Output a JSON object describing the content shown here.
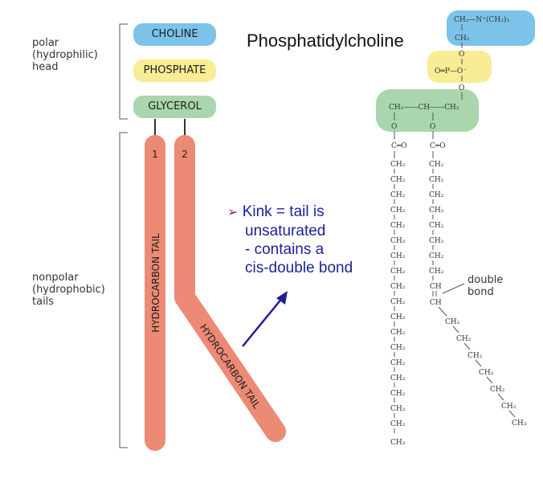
{
  "head_label": [
    "polar",
    "(hydrophilic)",
    "head"
  ],
  "tails_label": [
    "nonpolar",
    "(hydrophobic)",
    "tails"
  ],
  "head_groups": {
    "choline": "CHOLINE",
    "phosphate": "PHOSPHATE",
    "glycerol": "GLYCEROL"
  },
  "tails": {
    "tail1_number": "1",
    "tail2_number": "2",
    "tail1_label": "HYDROCARBON TAIL",
    "tail2_label": "HYDROCARBON TAIL"
  },
  "title": "Phosphatidylcholine",
  "note": {
    "bullet": "➢",
    "lines": [
      "Kink = tail is",
      "unsaturated",
      "- contains a",
      "cis-double bond"
    ]
  },
  "structure": {
    "choline_group": "CH₂—N⁺(CH₃)₃",
    "ch2": "CH₂",
    "ch3": "CH₃",
    "ch": "CH",
    "o": "O",
    "phosphate_line": "O═P—O⁻",
    "glycerol_line": "CH₂——CH——CH₂",
    "carbonyl": "C═O",
    "double_bond_label": [
      "double",
      "bond"
    ]
  },
  "colors": {
    "choline": "#7cc3ea",
    "phosphate": "#f8ec94",
    "glycerol": "#a9d6ac",
    "tail": "#ec8a75",
    "note_text": "#1c1f9a",
    "bullet": "#7b2b78"
  }
}
